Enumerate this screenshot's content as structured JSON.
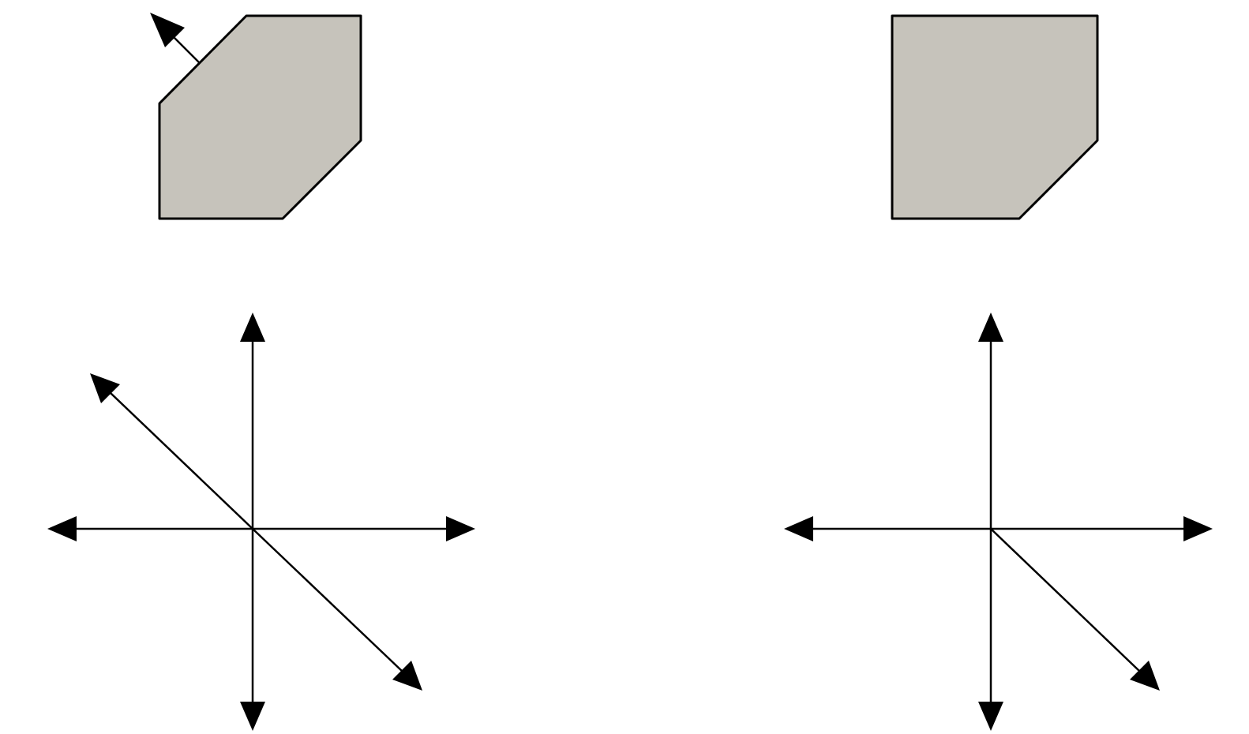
{
  "colors": {
    "shape_fill": "#c6c3bb",
    "stroke": "#000000",
    "background": "#ffffff"
  },
  "panels": [
    {
      "name": "left",
      "shape": "octagon-two-corners-cut",
      "has_normal_arrow": true,
      "axes": [
        "positive-x",
        "negative-x",
        "positive-y",
        "negative-y",
        "diagonal-down-right",
        "diagonal-up-left"
      ]
    },
    {
      "name": "right",
      "shape": "square-one-corner-cut",
      "has_normal_arrow": false,
      "axes": [
        "positive-x",
        "negative-x",
        "positive-y",
        "negative-y",
        "diagonal-down-right"
      ]
    }
  ]
}
